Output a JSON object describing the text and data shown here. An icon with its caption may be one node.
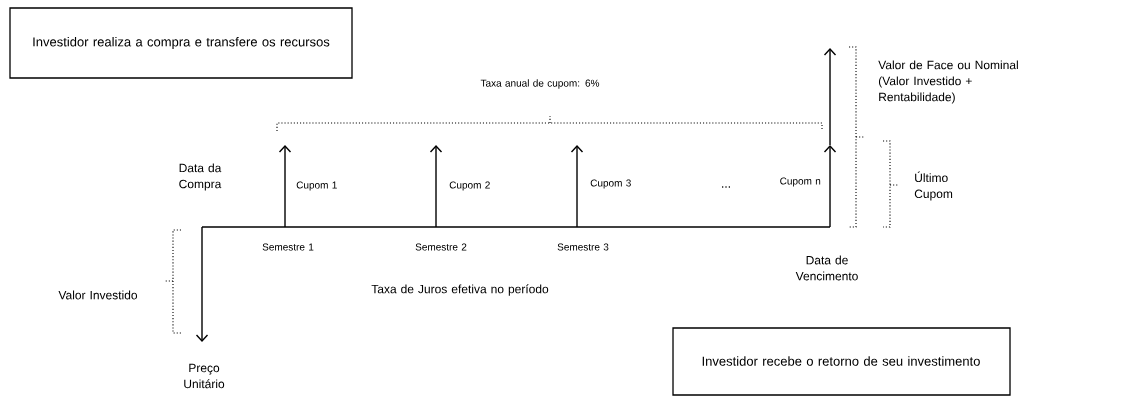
{
  "diagram": {
    "nodes": [
      {
        "text": [
          "Investidor realiza a compra e transfere os recursos"
        ]
      },
      {
        "text": [
          "Investidor recebe o retorno de seu investimento"
        ]
      }
    ],
    "labels": [
      "Valor de Face ou Nominal (Valor Investido + Rentabilidade)",
      "Taxa anual de cupom: 6%",
      "Data da Compra",
      "Cupom 1",
      "Cupom 2",
      "Cupom 3",
      "...",
      "Cupom n",
      "Último Cupom",
      "Semestre 1",
      "Semestre 2",
      "Semestre 3",
      "Data de Vencimento",
      "Valor Investido",
      "Taxa de Juros efetiva no período",
      "Preço Unitário"
    ]
  }
}
